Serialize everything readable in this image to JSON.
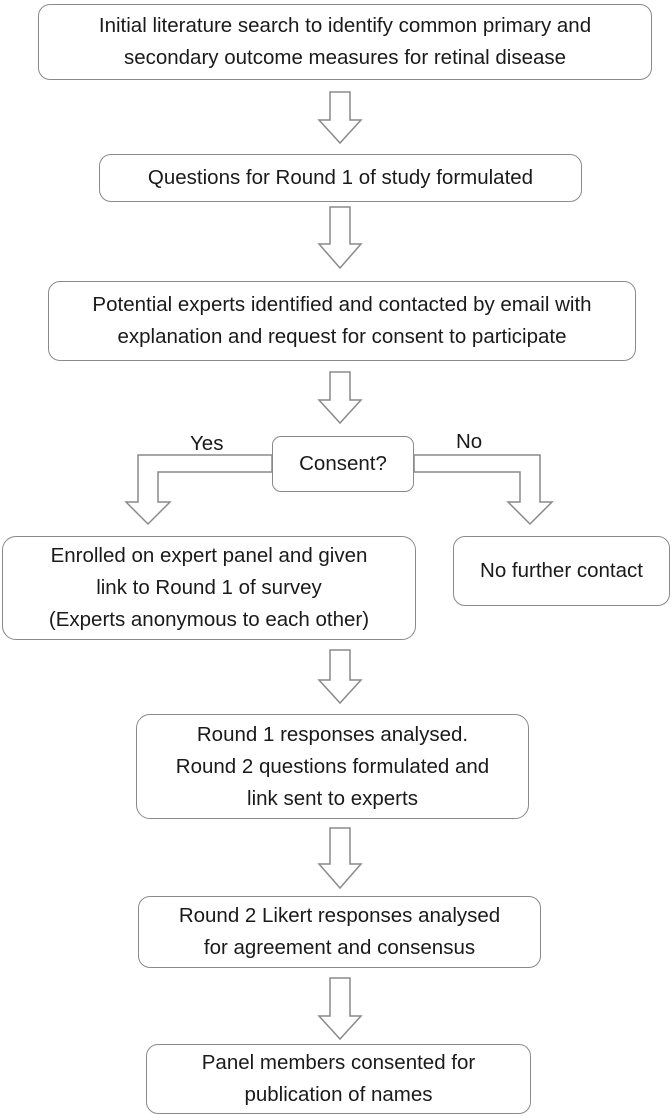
{
  "steps": [
    {
      "id": "literature-search",
      "lines": [
        "Initial literature search to identify common primary and",
        "secondary outcome measures for retinal disease"
      ]
    },
    {
      "id": "round1-questions",
      "lines": [
        "Questions for Round 1 of study formulated"
      ]
    },
    {
      "id": "experts-contacted",
      "lines": [
        "Potential experts identified and contacted by email with",
        "explanation and request for consent to participate"
      ]
    },
    {
      "id": "consent-decision",
      "lines": [
        "Consent?"
      ]
    },
    {
      "id": "enrolled",
      "lines": [
        "Enrolled on expert panel and given",
        "link to Round 1 of survey",
        "(Experts anonymous to each other)"
      ]
    },
    {
      "id": "no-contact",
      "lines": [
        "No further contact"
      ]
    },
    {
      "id": "round1-analysed",
      "lines": [
        "Round 1 responses analysed.",
        "Round 2 questions formulated and",
        "link sent to experts"
      ]
    },
    {
      "id": "round2-analysed",
      "lines": [
        "Round 2 Likert responses analysed",
        "for agreement and consensus"
      ]
    },
    {
      "id": "publication",
      "lines": [
        "Panel members consented for",
        "publication of names"
      ]
    }
  ],
  "branch_labels": {
    "yes": "Yes",
    "no": "No"
  }
}
